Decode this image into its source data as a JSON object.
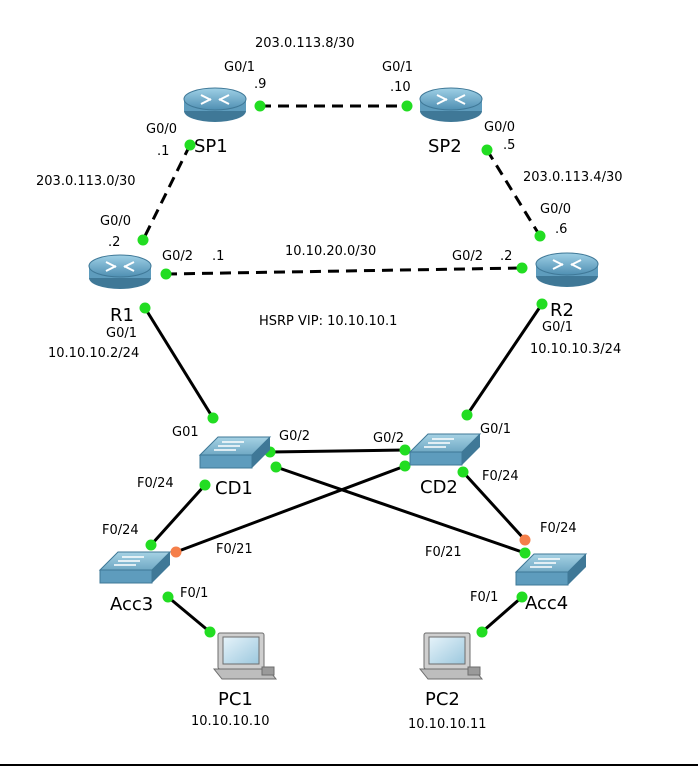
{
  "devices": {
    "sp1": {
      "name": "SP1"
    },
    "sp2": {
      "name": "SP2"
    },
    "r1": {
      "name": "R1"
    },
    "r2": {
      "name": "R2"
    },
    "cd1": {
      "name": "CD1"
    },
    "cd2": {
      "name": "CD2"
    },
    "acc3": {
      "name": "Acc3"
    },
    "acc4": {
      "name": "Acc4"
    },
    "pc1": {
      "name": "PC1",
      "ip": "10.10.10.10"
    },
    "pc2": {
      "name": "PC2",
      "ip": "10.10.10.11"
    }
  },
  "networks": {
    "sp_link": "203.0.113.8/30",
    "sp1_r1": "203.0.113.0/30",
    "sp2_r2": "203.0.113.4/30",
    "r1_r2": "10.10.20.0/30",
    "hsrp": "HSRP VIP: 10.10.10.1"
  },
  "ports": {
    "sp1_g01": "G0/1",
    "sp1_g01_ip": ".9",
    "sp2_g01": "G0/1",
    "sp2_g01_ip": ".10",
    "sp1_g00": "G0/0",
    "sp1_g00_ip": ".1",
    "sp2_g00": "G0/0",
    "sp2_g00_ip": ".5",
    "r1_g00": "G0/0",
    "r1_g00_ip": ".2",
    "r2_g00": "G0/0",
    "r2_g00_ip": ".6",
    "r1_g02": "G0/2",
    "r1_g02_ip": ".1",
    "r2_g02": "G0/2",
    "r2_g02_ip": ".2",
    "r1_g01": "G0/1",
    "r1_g01_ip": "10.10.10.2/24",
    "r2_g01": "G0/1",
    "r2_g01_ip": "10.10.10.3/24",
    "cd1_g01": "G01",
    "cd1_g02": "G0/2",
    "cd2_g02": "G0/2",
    "cd2_g01": "G0/1",
    "cd1_f024": "F0/24",
    "cd2_f024": "F0/24",
    "acc3_f024": "F0/24",
    "acc4_f024": "F0/24",
    "acc3_f021": "F0/21",
    "acc4_f021": "F0/21",
    "acc3_f01": "F0/1",
    "acc4_f01": "F0/1"
  },
  "colors": {
    "link_up": "#22dd22",
    "link_blocked": "#f57f4a",
    "device_blue": "#4f93b7"
  }
}
